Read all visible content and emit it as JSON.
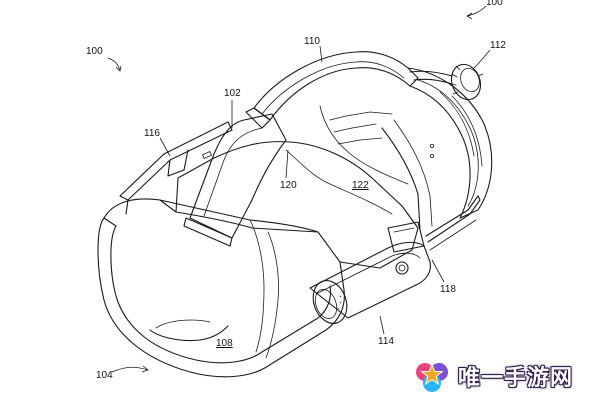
{
  "figure": {
    "labels": {
      "ref_100_main": "100",
      "ref_100_corner": "100",
      "ref_102": "102",
      "ref_104": "104",
      "ref_108": "108",
      "ref_110": "110",
      "ref_112": "112",
      "ref_114": "114",
      "ref_116": "116",
      "ref_118": "118",
      "ref_120": "120",
      "ref_122": "122"
    }
  },
  "watermark": {
    "text": "唯一手游网",
    "logo_icon": "star-logo-icon",
    "colors": {
      "star": "#f5a623",
      "petal_left": "#e8457a",
      "petal_right": "#7b4fd6",
      "petal_bottom": "#29b6f6"
    }
  }
}
